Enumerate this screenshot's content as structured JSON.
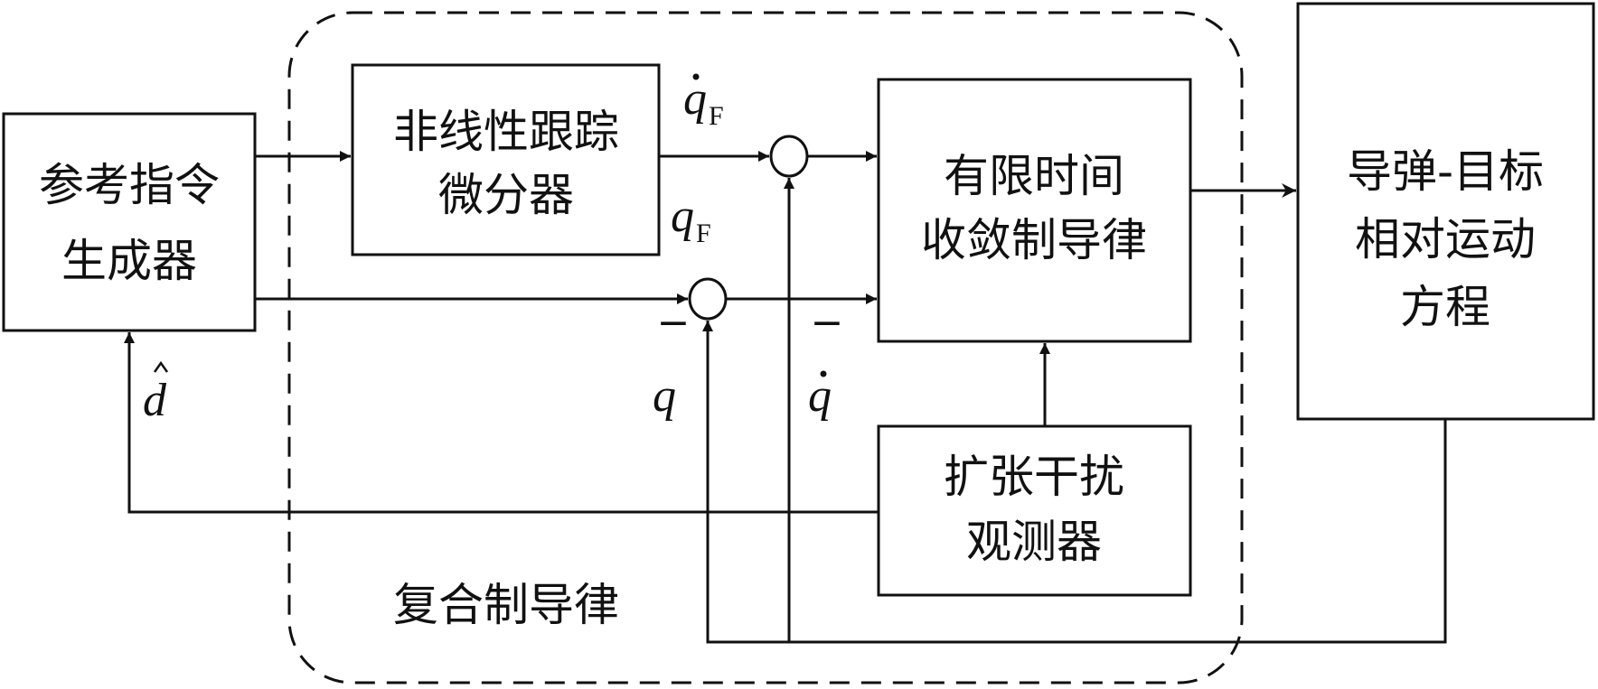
{
  "blocks": {
    "ref_cmd": [
      "参考指令",
      "生成器"
    ],
    "tracking_diff": [
      "非线性跟踪",
      "微分器"
    ],
    "finite_time": [
      "有限时间",
      "收敛制导律"
    ],
    "eso": [
      "扩张干扰",
      "观测器"
    ],
    "missile_target": [
      "导弹-目标",
      "相对运动",
      "方程"
    ]
  },
  "group_label": "复合制导律",
  "signals": {
    "qF_dot": {
      "base": "q",
      "sub": "F",
      "accent": "dot"
    },
    "qF": {
      "base": "q",
      "sub": "F"
    },
    "q": "q",
    "q_dot": {
      "base": "q",
      "accent": "dot"
    },
    "d_hat": {
      "base": "d",
      "accent": "hat"
    }
  },
  "signs": {
    "sum_q_minus": "−",
    "sum_qdot_minus": "−"
  }
}
